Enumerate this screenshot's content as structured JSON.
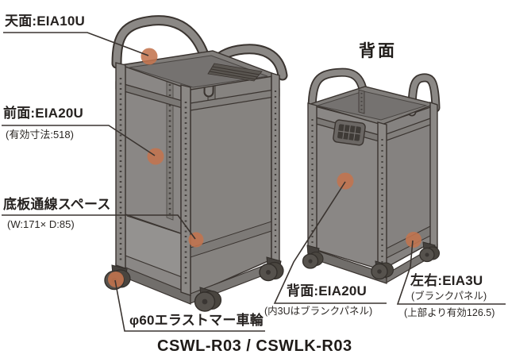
{
  "diagram": {
    "back_view_heading": "背面",
    "model_name": "CSWL-R03 / CSWLK-R03",
    "callouts": {
      "top_panel": {
        "label": "天面:EIA10U"
      },
      "front_panel": {
        "label": "前面:EIA20U",
        "note": "(有効寸法:518)"
      },
      "bottom_cable_space": {
        "label": "底板通線スペース",
        "note": "(W:171× D:85)"
      },
      "caster": {
        "label": "φ60エラストマー車輪"
      },
      "rear_panel": {
        "label": "背面:EIA20U",
        "note": "(内3Uはブランクパネル)"
      },
      "side_panels": {
        "label": "左右:EIA3U",
        "note": "(ブランクパネル)",
        "note2": "(上部より有効126.5)"
      }
    },
    "colors": {
      "marker_orange": "#c3744e",
      "leader_line": "#3a3430",
      "panel_gray": "#8b8885",
      "text": "#262220",
      "background": "#ffffff"
    }
  }
}
